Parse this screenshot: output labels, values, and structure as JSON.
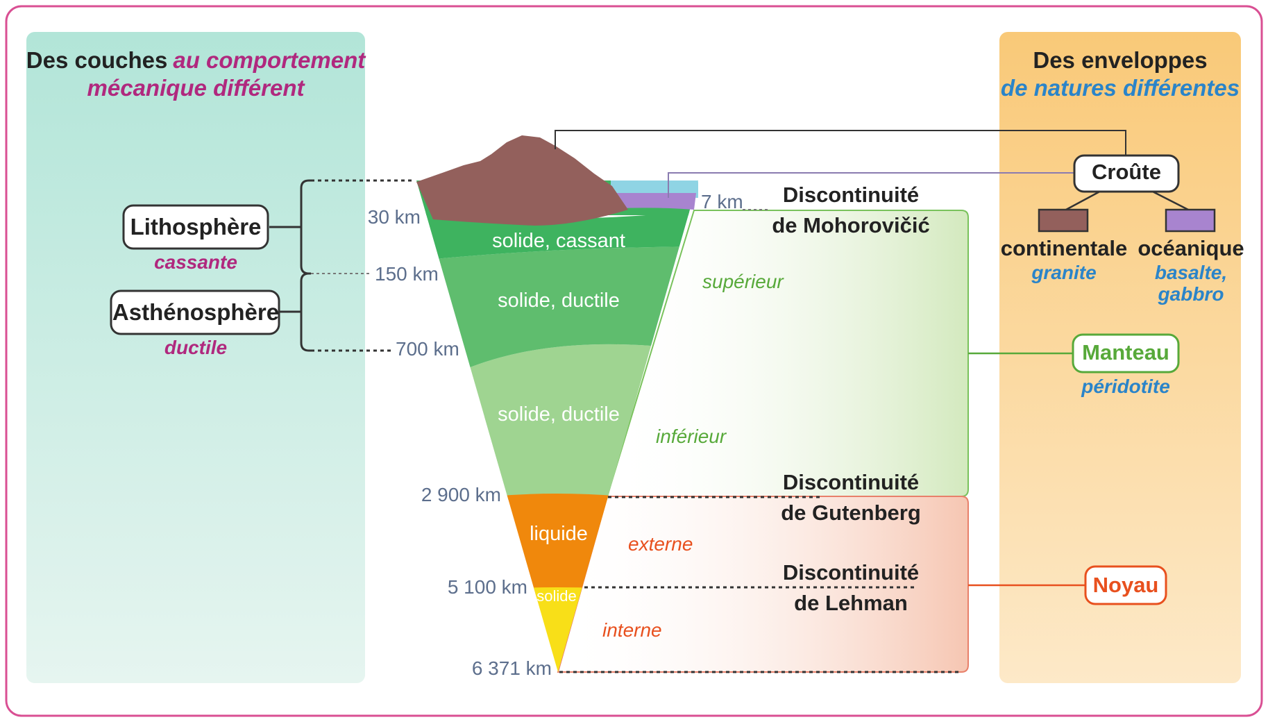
{
  "colors": {
    "frame": "#d94f93",
    "magenta": "#b0287e",
    "blue": "#2a84c9",
    "green": "#57a93a",
    "orange_red": "#e8501e",
    "depth": "#5c6e8c",
    "crust_continental": "#93605c",
    "crust_oceanic": "#a884cf",
    "ocean": "#8fd4e4",
    "lithosphere_mantle": "#3eb35f",
    "asthenosphere": "#5fbd6e",
    "lower_mantle": "#9fd491",
    "outer_core": "#f0880c",
    "inner_core": "#f8df18"
  },
  "left_panel": {
    "title_plain": "Des couches",
    "title_italic_1": "au comportement",
    "title_italic_2": "mécanique différent"
  },
  "right_panel": {
    "title_plain": "Des enveloppes",
    "title_italic": "de natures différentes"
  },
  "mechanical_layers": [
    {
      "name": "Lithosphère",
      "behavior": "cassante"
    },
    {
      "name": "Asthénosphère",
      "behavior": "ductile"
    }
  ],
  "depths": [
    "7 km",
    "30 km",
    "150 km",
    "700 km",
    "2 900 km",
    "5 100 km",
    "6 371 km"
  ],
  "wedge_labels": [
    "solide, cassant",
    "solide, ductile",
    "solide, ductile",
    "liquide",
    "solide"
  ],
  "sublayers": [
    "supérieur",
    "inférieur",
    "externe",
    "interne"
  ],
  "discontinuities": [
    {
      "line1": "Discontinuité",
      "line2": "de Mohorovičić"
    },
    {
      "line1": "Discontinuité",
      "line2": "de Gutenberg"
    },
    {
      "line1": "Discontinuité",
      "line2": "de Lehman"
    }
  ],
  "envelopes": {
    "crust": {
      "name": "Croûte",
      "continental": "continentale",
      "continental_rock": "granite",
      "oceanic": "océanique",
      "oceanic_rock_1": "basalte,",
      "oceanic_rock_2": "gabbro"
    },
    "mantle": {
      "name": "Manteau",
      "rock": "péridotite"
    },
    "core": {
      "name": "Noyau"
    }
  }
}
